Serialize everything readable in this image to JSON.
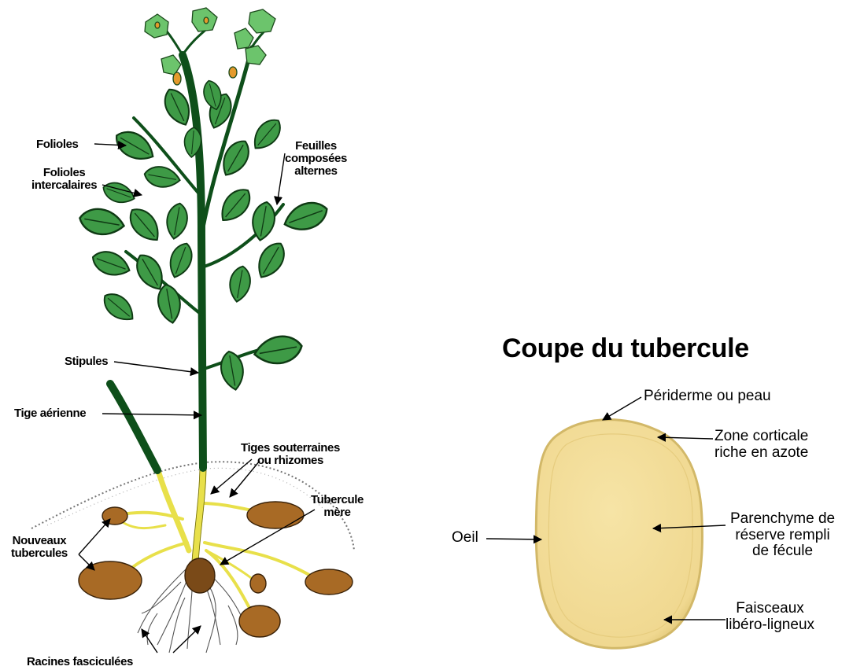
{
  "plant": {
    "labels": {
      "folioles": "Folioles",
      "folioles_intercalaires": [
        "Folioles",
        "intercalaires"
      ],
      "feuilles_composees": [
        "Feuilles",
        "composées",
        "alternes"
      ],
      "stipules": "Stipules",
      "tige_aerienne": "Tige aérienne",
      "tiges_souterraines": [
        "Tiges souterraines",
        "ou rhizomes"
      ],
      "tubercule_mere": [
        "Tubercule",
        "mère"
      ],
      "nouveaux_tubercules": [
        "Nouveaux",
        "tubercules"
      ],
      "racines_fasciculees": "Racines fasciculées"
    }
  },
  "section": {
    "title": "Coupe du tubercule",
    "labels": {
      "periderme": "Périderme ou peau",
      "zone_corticale": [
        "Zone corticale",
        "riche en azote"
      ],
      "oeil": "Oeil",
      "parenchyme": [
        "Parenchyme de",
        "réserve rempli",
        "de fécule"
      ],
      "faisceaux": [
        "Faisceaux",
        "libéro-ligneux"
      ]
    }
  },
  "colors": {
    "leaf": "#3e9a46",
    "leaf_dark": "#0f3a14",
    "stem": "#0e4f1a",
    "rhizome": "#e8e04a",
    "tuber": "#a86a25",
    "tuber_section": "#f2dc96",
    "tuber_skin": "#d9c06a",
    "flower": "#6cc46c"
  }
}
